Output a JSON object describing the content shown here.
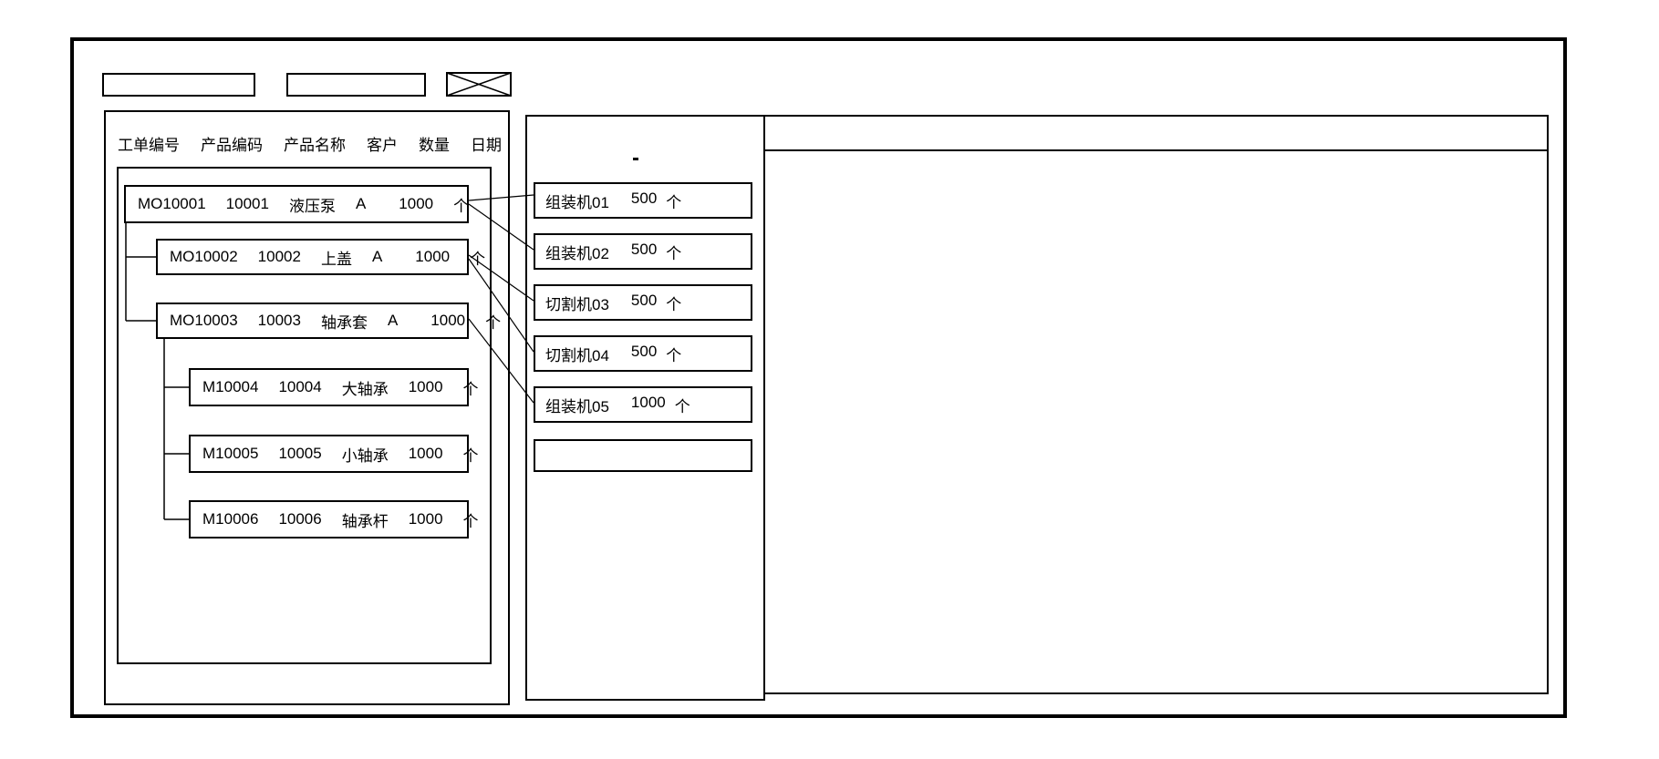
{
  "colors": {
    "line": "#000000",
    "background": "#ffffff"
  },
  "left_panel": {
    "columns": [
      "工单编号",
      "产品编码",
      "产品名称",
      "客户",
      "数量",
      "日期"
    ],
    "rows": [
      {
        "order_no": "MO10001",
        "product_code": "10001",
        "product_name": "液压泵",
        "customer": "A",
        "qty": "1000",
        "unit": "个",
        "level": 0
      },
      {
        "order_no": "MO10002",
        "product_code": "10002",
        "product_name": "上盖",
        "customer": "A",
        "qty": "1000",
        "unit": "个",
        "level": 1
      },
      {
        "order_no": "MO10003",
        "product_code": "10003",
        "product_name": "轴承套",
        "customer": "A",
        "qty": "1000",
        "unit": "个",
        "level": 1
      },
      {
        "order_no": "M10004",
        "product_code": "10004",
        "product_name": "大轴承",
        "qty": "1000",
        "unit": "个",
        "level": 2
      },
      {
        "order_no": "M10005",
        "product_code": "10005",
        "product_name": "小轴承",
        "qty": "1000",
        "unit": "个",
        "level": 2
      },
      {
        "order_no": "M10006",
        "product_code": "10006",
        "product_name": "轴承杆",
        "qty": "1000",
        "unit": "个",
        "level": 2
      }
    ]
  },
  "middle_panel": {
    "machines": [
      {
        "name": "组装机01",
        "qty": "500",
        "unit": "个"
      },
      {
        "name": "组装机02",
        "qty": "500",
        "unit": "个"
      },
      {
        "name": "切割机03",
        "qty": "500",
        "unit": "个"
      },
      {
        "name": "切割机04",
        "qty": "500",
        "unit": "个"
      },
      {
        "name": "组装机05",
        "qty": "1000",
        "unit": "个"
      }
    ]
  },
  "connections": [
    {
      "from": "MO10001",
      "to": "组装机01"
    },
    {
      "from": "MO10001",
      "to": "组装机02"
    },
    {
      "from": "MO10002",
      "to": "切割机03"
    },
    {
      "from": "MO10002",
      "to": "切割机04"
    },
    {
      "from": "MO10003",
      "to": "组装机05"
    }
  ]
}
